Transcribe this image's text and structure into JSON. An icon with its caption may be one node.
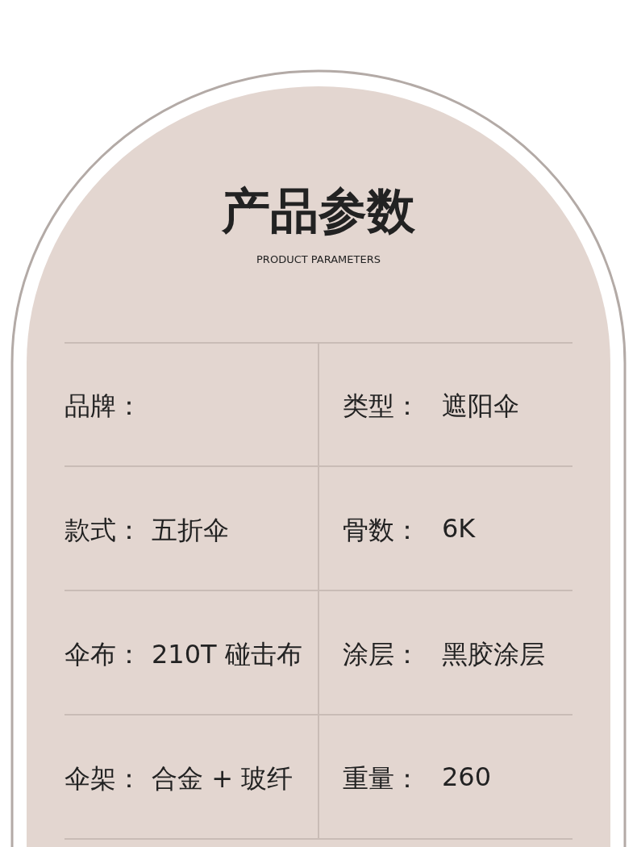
{
  "diagram": {
    "title": "产品参数",
    "labels": [
      "PRODUCT PARAMETERS",
      "品牌：",
      "类型：",
      "遮阳伞",
      "款式：",
      "五折伞",
      "骨数：",
      "6K",
      "伞布：",
      "210T 碰击布",
      "涂层：",
      "黑胶涂层",
      "伞架：",
      "合金 + 玻纤",
      "重量：",
      "260"
    ]
  }
}
